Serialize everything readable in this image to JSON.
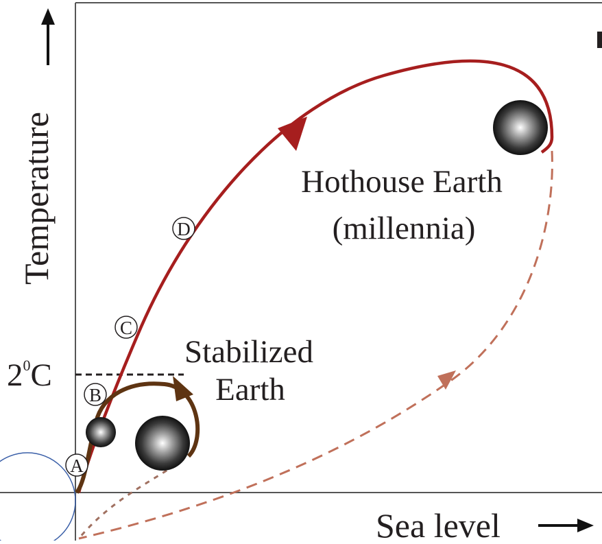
{
  "axes": {
    "y_label": "Temperature",
    "x_label": "Sea level",
    "threshold_label": "2",
    "threshold_sup": "0",
    "threshold_unit": "C"
  },
  "regions": {
    "hothouse_line1": "Hothouse Earth",
    "hothouse_line2": "(millennia)",
    "stabilized_line1": "Stabilized",
    "stabilized_line2": "Earth"
  },
  "points": {
    "a": "A",
    "b": "B",
    "c": "C",
    "d": "D"
  },
  "colors": {
    "hothouse_path": "#a61e1e",
    "stabilized_path": "#5e3412",
    "return_path": "#c0705a",
    "frame": "#555555",
    "text": "#231f20",
    "circle_outline": "#3a5fa8"
  }
}
